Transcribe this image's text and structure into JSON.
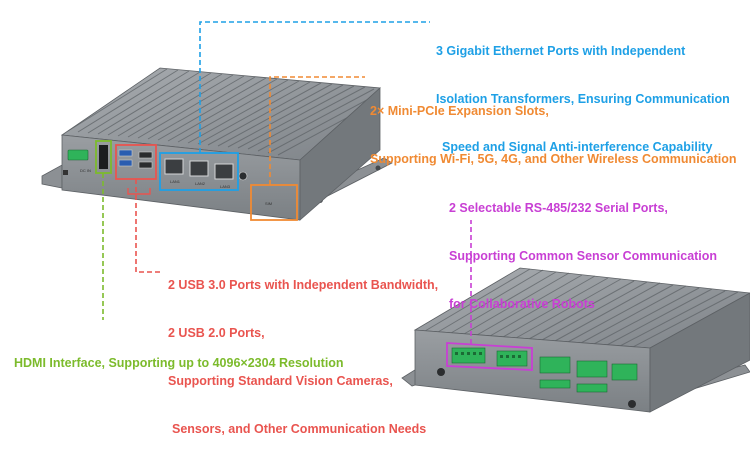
{
  "colors": {
    "ethernet": "#1ea0e6",
    "pcie": "#f08a33",
    "serial": "#c83fd4",
    "usb": "#e9544f",
    "hdmi": "#7cbb2c",
    "chassis": "#8f9498",
    "chassis_dark": "#6b7075",
    "terminal_green": "#2fb35a"
  },
  "callouts": {
    "ethernet": [
      "3 Gigabit Ethernet Ports with Independent",
      "Isolation Transformers, Ensuring Communication",
      "Speed and Signal Anti-interference Capability"
    ],
    "pcie": [
      "2× Mini-PCIe Expansion Slots,",
      "Supporting Wi-Fi, 5G, 4G, and Other Wireless Communication"
    ],
    "serial": [
      "2 Selectable RS-485/232 Serial Ports,",
      "Supporting Common Sensor Communication",
      "for Collaborative Robots"
    ],
    "usb": [
      "2 USB 3.0 Ports with Independent Bandwidth,",
      "2 USB 2.0 Ports,",
      "Supporting Standard Vision Cameras,",
      "Sensors, and Other Communication Needs"
    ],
    "hdmi": "HDMI Interface, Supporting up to 4096×2304 Resolution"
  },
  "device_labels": {
    "lan1": "LAN1",
    "lan2": "LAN2",
    "lan3": "LAN3",
    "pwr": "DC IN",
    "sim": "SIM"
  }
}
